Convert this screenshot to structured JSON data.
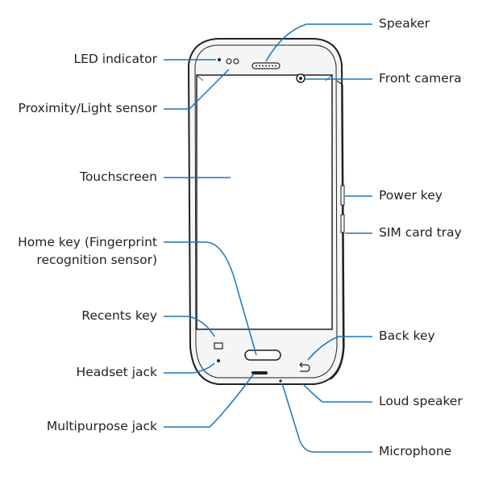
{
  "colors": {
    "leader": "#1b75bb",
    "outline": "#231f20",
    "screen_fill": "#ffffff",
    "bezel_fill": "#f4f5f6"
  },
  "labels": {
    "led_indicator": "LED indicator",
    "proximity_light_sensor": "Proximity/Light sensor",
    "touchscreen": "Touchscreen",
    "home_key_line1": "Home key (Fingerprint",
    "home_key_line2": "recognition sensor)",
    "recents_key": "Recents key",
    "headset_jack": "Headset jack",
    "multipurpose_jack": "Multipurpose jack",
    "speaker": "Speaker",
    "front_camera": "Front camera",
    "power_key": "Power key",
    "sim_card_tray": "SIM card tray",
    "back_key": "Back key",
    "loud_speaker": "Loud speaker",
    "microphone": "Microphone"
  },
  "icons": {
    "recents": "recents-key-icon",
    "back": "back-key-icon",
    "home": "home-key-icon"
  }
}
